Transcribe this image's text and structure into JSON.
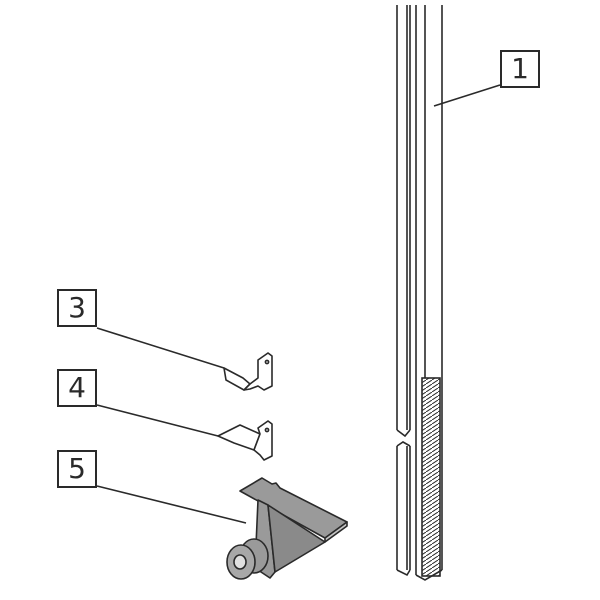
{
  "callouts": {
    "c1": "1",
    "c3": "3",
    "c4": "4",
    "c5": "5"
  },
  "colors": {
    "line": "#2a2a2a",
    "part_fill": "#9a9a9a",
    "part_light": "#c4c4c4"
  }
}
